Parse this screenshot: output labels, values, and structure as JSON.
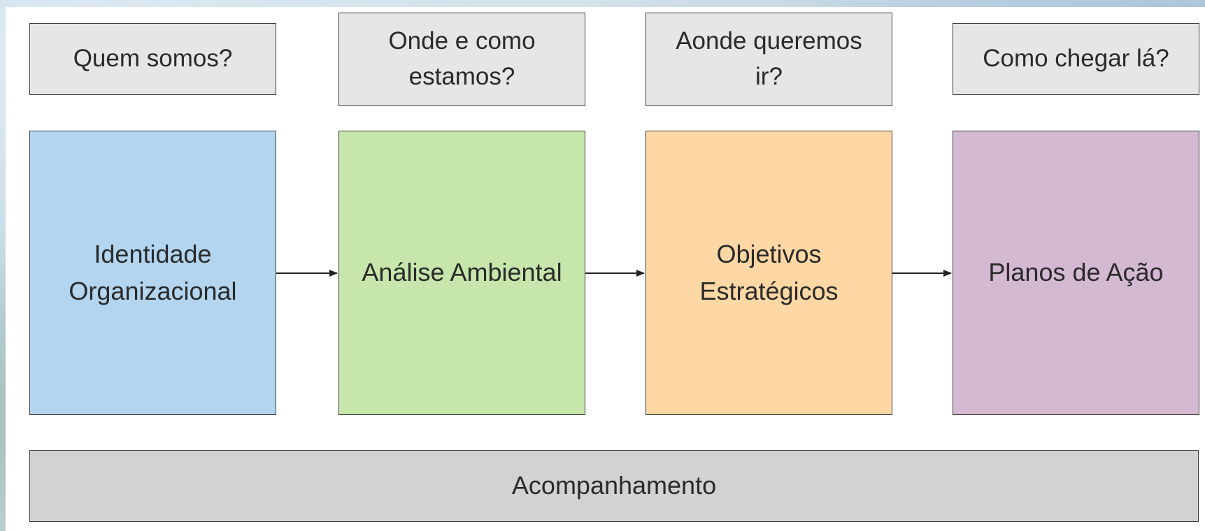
{
  "questions": [
    {
      "lines": [
        "Quem somos?"
      ]
    },
    {
      "lines": [
        "Onde e como",
        "estamos?"
      ]
    },
    {
      "lines": [
        "Aonde queremos",
        "ir?"
      ]
    },
    {
      "lines": [
        "Como chegar lá?"
      ]
    }
  ],
  "stages": [
    {
      "lines": [
        "Identidade",
        "Organizacional"
      ],
      "color": "#b3d5ef"
    },
    {
      "lines": [
        "Análise Ambiental"
      ],
      "color": "#c6e6ab"
    },
    {
      "lines": [
        "Objetivos",
        "Estratégicos"
      ],
      "color": "#fdd8a4"
    },
    {
      "lines": [
        "Planos de Ação"
      ],
      "color": "#d3b9d1"
    }
  ],
  "footer": {
    "label": "Acompanhamento",
    "color": "#d2d2d2"
  },
  "colors": {
    "question_fill": "#e6e6e6",
    "border": "#3a3a3a",
    "arrow": "#222222"
  }
}
